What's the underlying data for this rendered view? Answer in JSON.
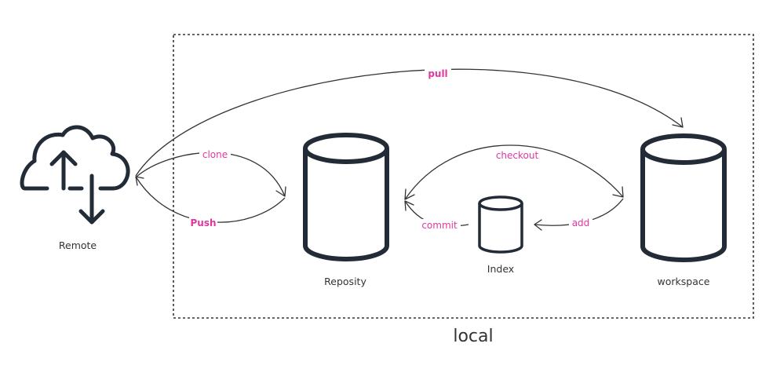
{
  "diagram": {
    "colors": {
      "stroke": "#333333",
      "icon": "#222b36",
      "edge_label": "#e0389e",
      "text": "#333333"
    },
    "group": {
      "label": "local"
    },
    "nodes": {
      "remote": {
        "label": "Remote",
        "icon": "cloud-upload-download-icon"
      },
      "repository": {
        "label": "Reposity",
        "icon": "cylinder-icon"
      },
      "index": {
        "label": "Index",
        "icon": "cylinder-icon"
      },
      "workspace": {
        "label": "workspace",
        "icon": "cylinder-icon"
      }
    },
    "edges": {
      "pull": {
        "label": "pull",
        "from": "Remote",
        "to": "workspace"
      },
      "clone": {
        "label": "clone",
        "from": "Remote",
        "to": "Reposity"
      },
      "push": {
        "label": "Push",
        "from": "Reposity",
        "to": "Remote"
      },
      "checkout": {
        "label": "checkout",
        "from": "Reposity",
        "to": "workspace"
      },
      "commit": {
        "label": "commit",
        "from": "Index",
        "to": "Reposity"
      },
      "add": {
        "label": "add",
        "from": "workspace",
        "to": "Index"
      }
    }
  }
}
